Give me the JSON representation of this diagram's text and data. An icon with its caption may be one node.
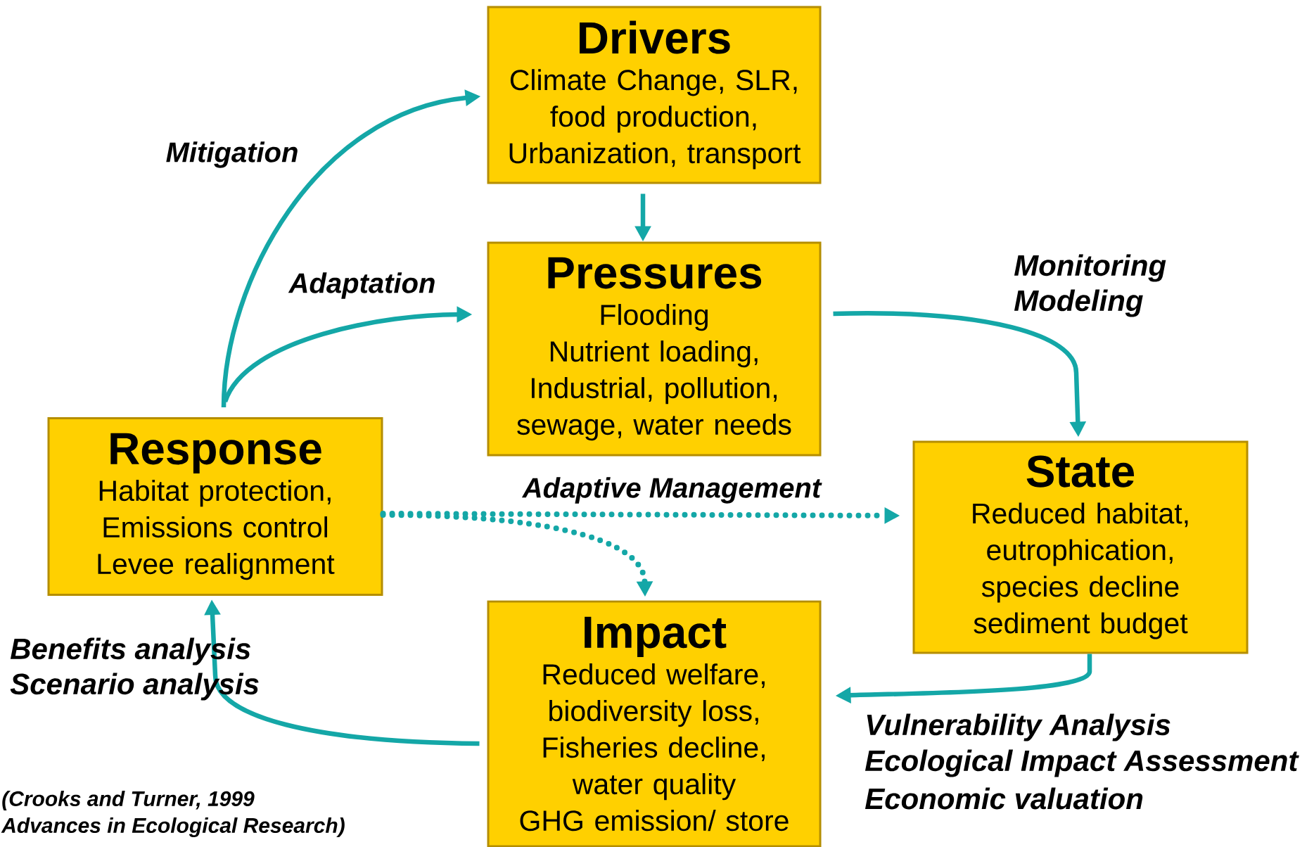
{
  "diagram": {
    "nodes": [
      {
        "text": [
          "Drivers",
          "Climate Change, SLR,",
          "food production,",
          "Urbanization, transport"
        ]
      },
      {
        "text": [
          "Pressures",
          "Flooding",
          "Nutrient loading,",
          "Industrial, pollution,",
          "sewage, water needs"
        ]
      },
      {
        "text": [
          "Response",
          "Habitat protection,",
          "Emissions control",
          "Levee realignment"
        ]
      },
      {
        "text": [
          "State",
          "Reduced habitat,",
          "eutrophication,",
          "species decline",
          "sediment budget"
        ]
      },
      {
        "text": [
          "Impact",
          "Reduced welfare,",
          "biodiversity loss,",
          "Fisheries decline,",
          "water quality",
          "GHG emission/ store"
        ]
      }
    ],
    "edges": [
      {
        "from": 0,
        "to": 1,
        "arrow": "to"
      },
      {
        "from": 1,
        "to": 3,
        "arrow": "to"
      },
      {
        "from": 3,
        "to": 4,
        "arrow": "to"
      },
      {
        "from": 4,
        "to": 2,
        "arrow": "to"
      },
      {
        "from": 2,
        "to": 0,
        "arrow": "to",
        "label": "Mitigation"
      },
      {
        "from": 2,
        "to": 1,
        "arrow": "to",
        "label": "Adaptation"
      },
      {
        "from": 2,
        "to": 3,
        "arrow": "to",
        "style": "dashed",
        "label": "Adaptive Management"
      },
      {
        "from": 2,
        "to": 4,
        "arrow": "to",
        "style": "dashed"
      }
    ],
    "labels": [
      "Monitoring",
      "Modeling",
      "Benefits analysis",
      "Scenario analysis",
      "Vulnerability Analysis",
      "Ecological Impact Assessment",
      "Economic valuation",
      "(Crooks and Turner, 1999",
      "Advances in Ecological Research)"
    ]
  }
}
